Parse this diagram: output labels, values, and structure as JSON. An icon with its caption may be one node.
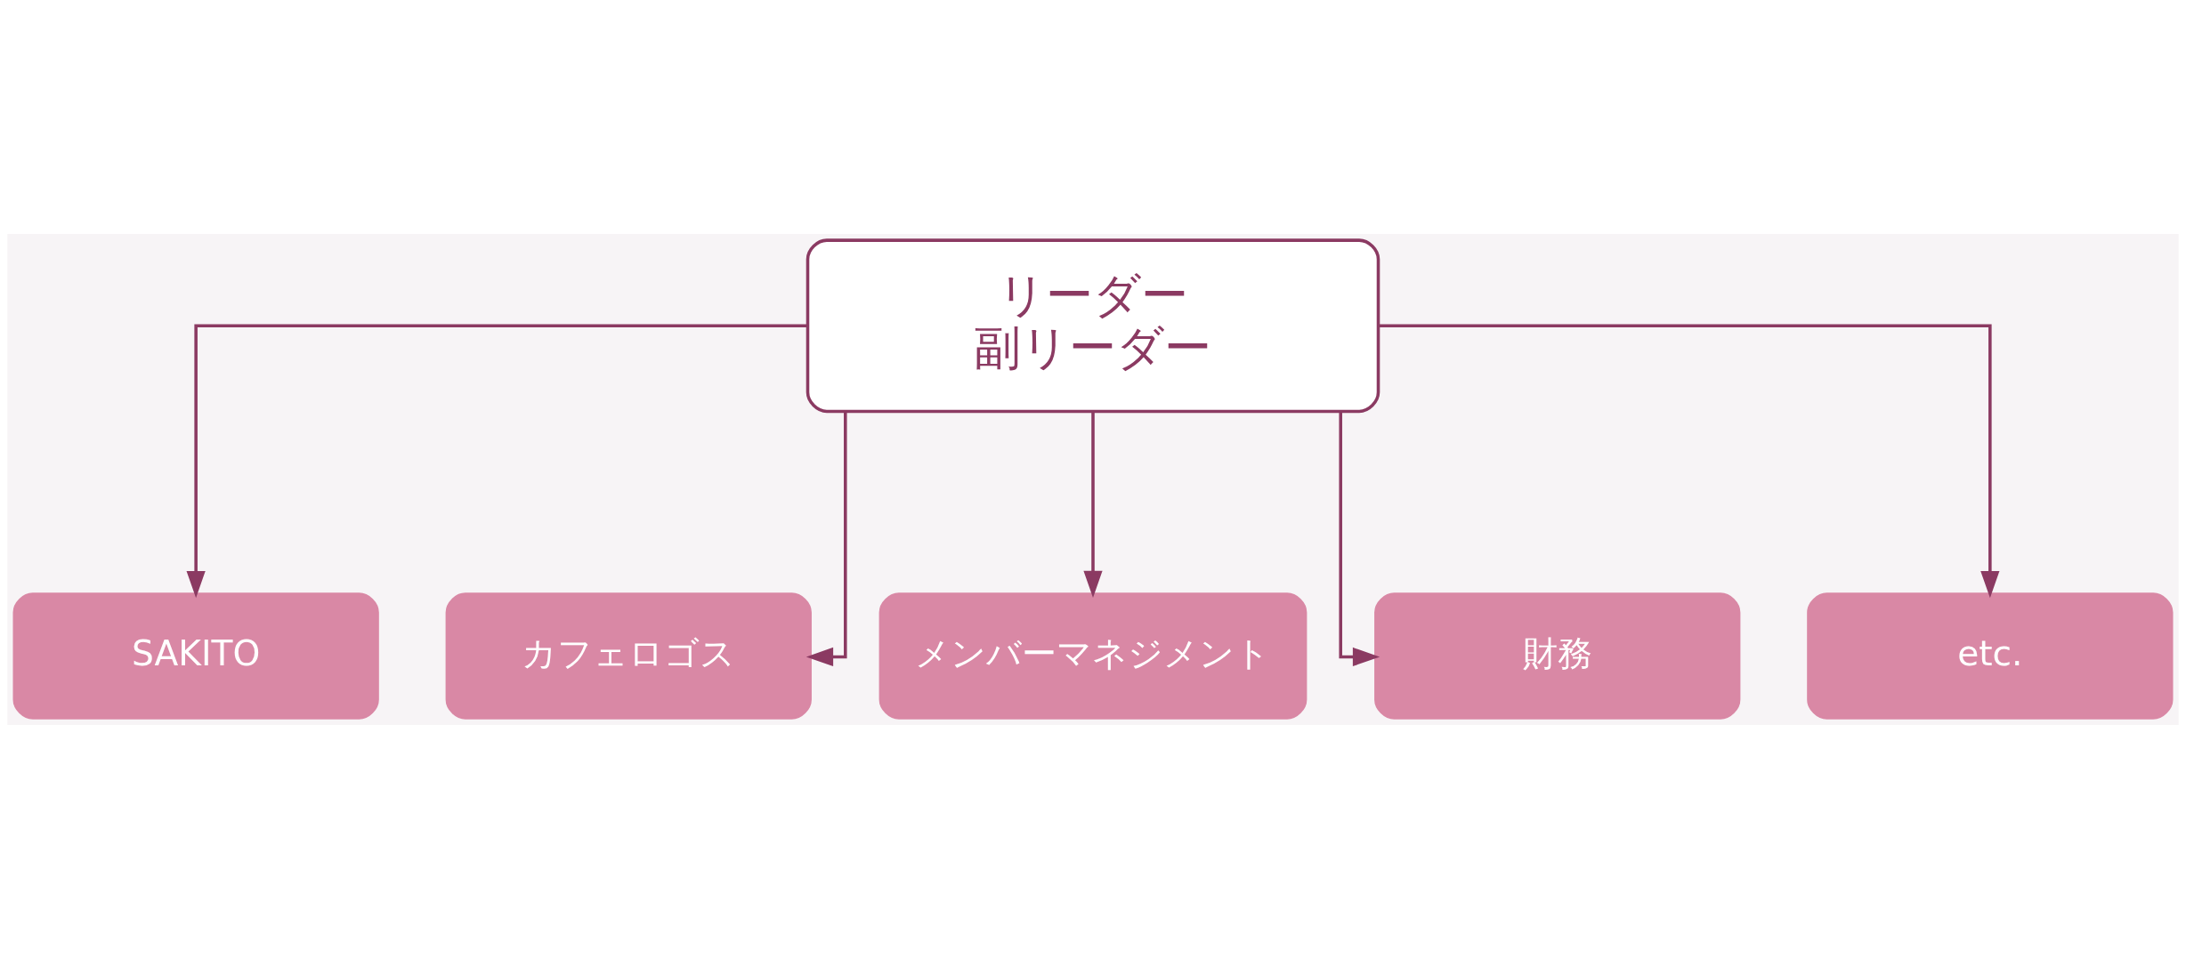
{
  "diagram": {
    "nodes": [
      {
        "text": [
          "リーダー",
          "副リーダー"
        ]
      },
      {
        "text": [
          "SAKITO"
        ]
      },
      {
        "text": [
          "カフェロゴス"
        ]
      },
      {
        "text": [
          "メンバーマネジメント"
        ]
      },
      {
        "text": [
          "財務"
        ]
      },
      {
        "text": [
          "etc."
        ]
      }
    ],
    "edges": [
      {
        "from": 0,
        "to": 1,
        "arrow": "to"
      },
      {
        "from": 0,
        "to": 2,
        "arrow": "to"
      },
      {
        "from": 0,
        "to": 3,
        "arrow": "to"
      },
      {
        "from": 0,
        "to": 4,
        "arrow": "to"
      },
      {
        "from": 0,
        "to": 5,
        "arrow": "to"
      }
    ]
  }
}
